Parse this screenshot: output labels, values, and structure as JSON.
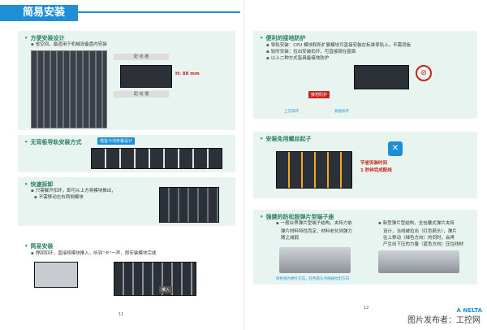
{
  "title": "简易安装",
  "left": {
    "s1": {
      "title": "方便安装设计",
      "bullet": "省空间，最适用于机械设备盘内安装",
      "rail_top": "配 线 槽",
      "rail_bottom": "配 线 槽",
      "dimension": "H: 88 mm"
    },
    "s2": {
      "title": "无背板导轨安装方式",
      "tag": "借鉴卡沟安装设计"
    },
    "s3": {
      "title": "快速拆卸",
      "bullets": [
        "只需解开扣环，即可从上方将模块推出，",
        "不需移动左右两侧模块"
      ]
    },
    "s4": {
      "title": "简易安装",
      "bullet": "押回扣环，直接将模块推入，听到“卡”一声，即安装模块完成",
      "caption": "推入"
    },
    "page_number": "11"
  },
  "right": {
    "s1": {
      "title": "便利的接地防护",
      "bullets": [
        "导轨安装：CPU 模块和所扩展模块可直接安装在标准导轨上，不需背板",
        "较时安装：拉出安装扣环，可直接锁在盘面",
        "以上二种方式皆具备接地防护"
      ],
      "tag": "接地防护",
      "cap_left": "上方扣环",
      "cap_right": "背脱扣环"
    },
    "s2": {
      "title": "安装免用螺丝起子",
      "note_line1": "节省安装时间",
      "note_line2": "1 秒钟完成配线"
    },
    "s3": {
      "title": "强健的防松脱弹片型端子座",
      "left_lines": [
        "一般业界弹片型端子结构，夹持力依",
        "弹片材料特性而定，材料老化则弹力",
        "随之减弱"
      ],
      "right_lines": [
        "新型弹片型结构，全包覆式弹片夹持",
        "设计，当线被拉出（红色箭头），弹片",
        "往上移动（绿色方向）的同时，会再",
        "产生出下压的力量（蓝色方向）压住线材"
      ],
      "caption": "绿色线为弹片方向，红色箭头为线被拉出方向"
    },
    "page_number": "12"
  },
  "logo": "A NELTA",
  "watermark": "图片发布者：工控网",
  "colors": {
    "accent": "#1e8fd6",
    "green": "#2a7f62",
    "red": "#c8231e"
  }
}
